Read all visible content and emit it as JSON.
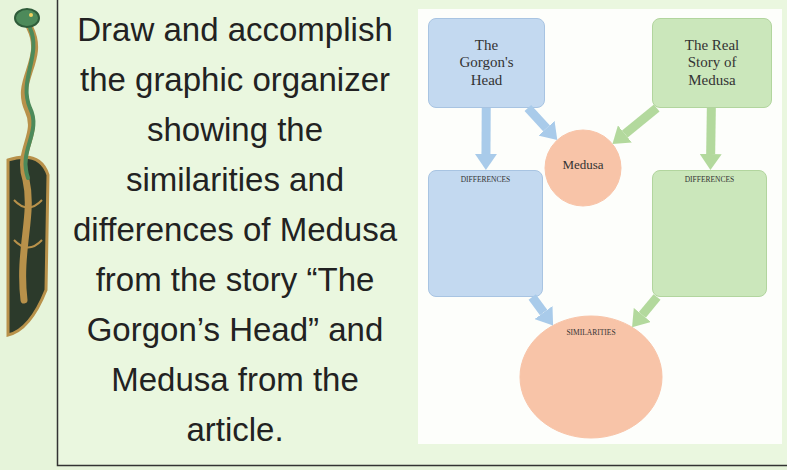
{
  "diagram": {
    "title": "Draw and accomplish the graphic organizer showing the similarities and differences of Medusa from the story “The Gorgon’s Head” and Medusa from the article.",
    "nodes": [
      {
        "text": [
          "The Gorgon's Head"
        ]
      },
      {
        "text": [
          "The Real Story of Medusa"
        ]
      },
      {
        "text": [
          "Medusa"
        ]
      },
      {
        "text": [
          "DIFFERENCES"
        ]
      },
      {
        "text": [
          "DIFFERENCES"
        ]
      },
      {
        "text": [
          "SIMILARITIES"
        ]
      }
    ],
    "edges": [
      {
        "from": 0,
        "to": 3,
        "arrow": "to"
      },
      {
        "from": 0,
        "to": 2,
        "arrow": "to"
      },
      {
        "from": 1,
        "to": 2,
        "arrow": "to"
      },
      {
        "from": 1,
        "to": 4,
        "arrow": "to"
      },
      {
        "from": 3,
        "to": 5,
        "arrow": "to"
      },
      {
        "from": 4,
        "to": 5,
        "arrow": "to"
      }
    ]
  }
}
